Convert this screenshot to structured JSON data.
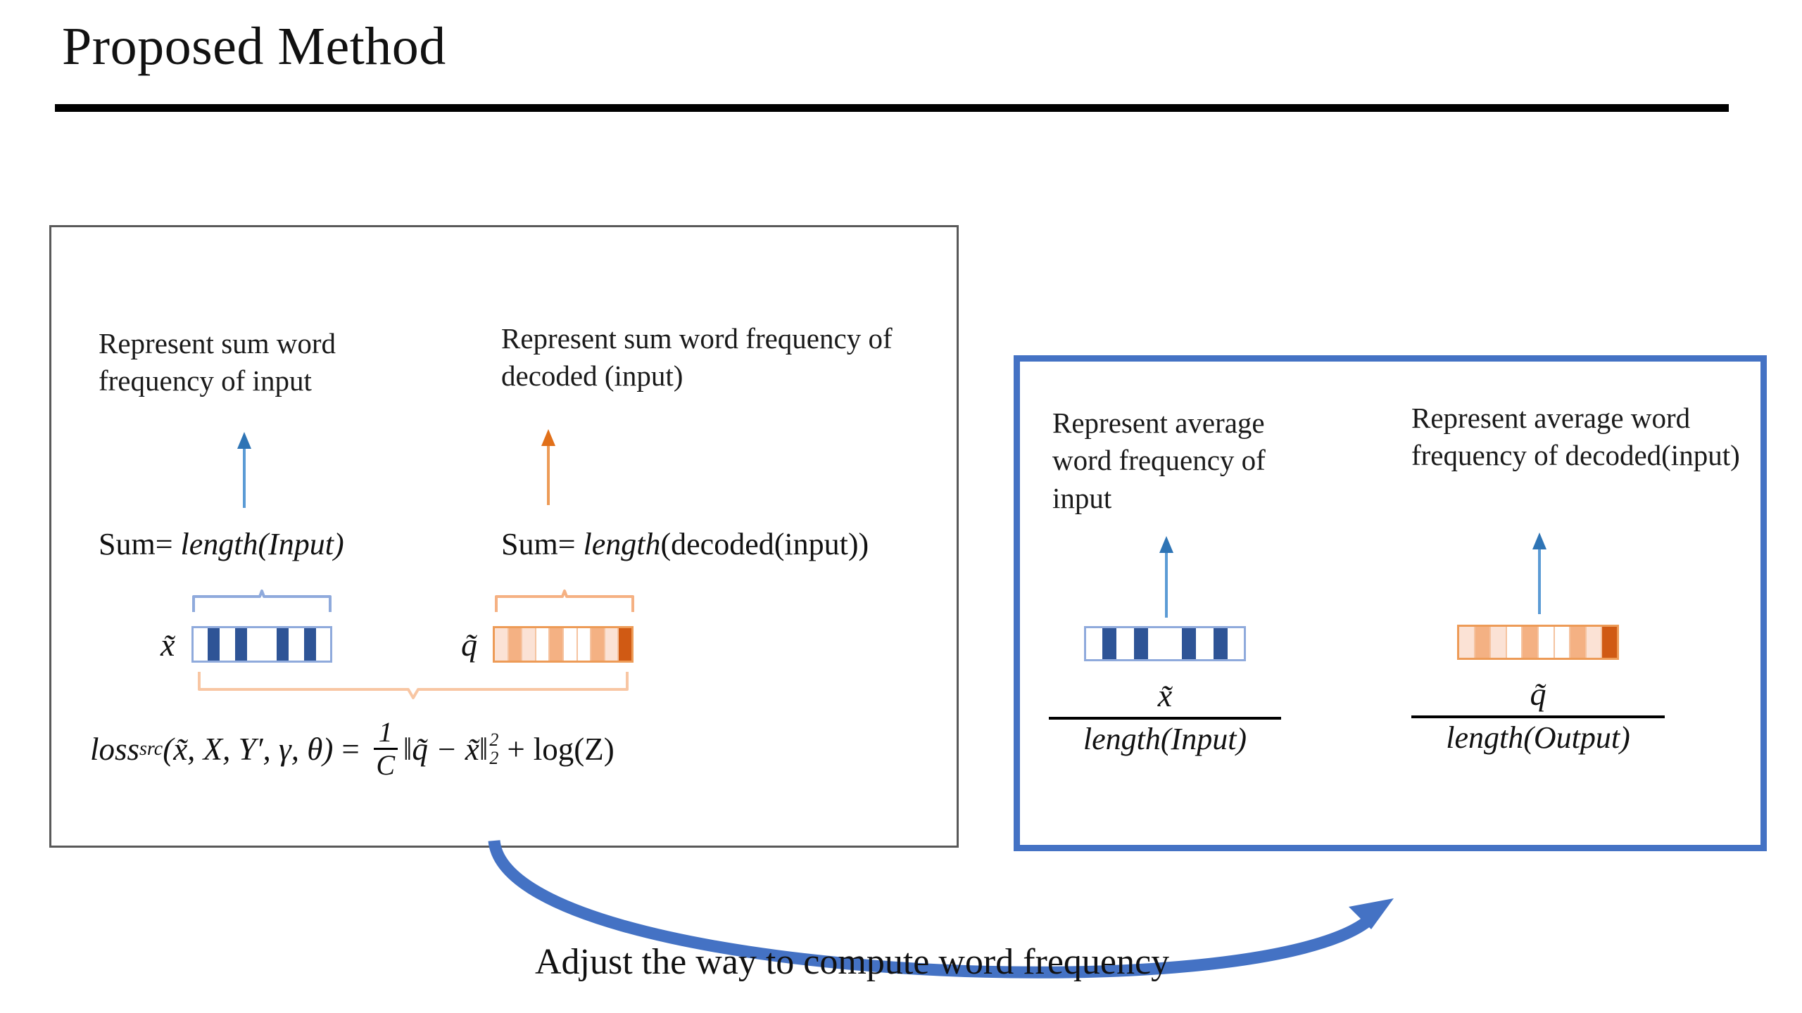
{
  "slide": {
    "title": "Proposed Method"
  },
  "left_panel": {
    "caption_left": "Represent sum word frequency of input",
    "caption_right": "Represent sum word frequency of decoded (input)",
    "sum_left_prefix": "Sum= ",
    "sum_left_math": "length(Input)",
    "sum_right_prefix": "Sum= ",
    "sum_right_math_italic": "length",
    "sum_right_math_rest": "(decoded(input))",
    "vector_x_symbol": "x̃",
    "vector_q_symbol": "q̃",
    "loss": {
      "name": "loss",
      "subscript": "src",
      "args": "(x̃, X, Y′, γ, θ)",
      "equals": "=",
      "frac_num": "1",
      "frac_den": "C",
      "norm": "‖q̃ − x̃‖",
      "norm_sup": "2",
      "norm_sub": "2",
      "plus": "+",
      "log_term": "log(Z)"
    }
  },
  "right_panel": {
    "caption_left": "Represent average word frequency of input",
    "caption_right": "Represent average word frequency of decoded(input)",
    "fraction_left": {
      "numerator": "x̃",
      "denominator": "length(Input)"
    },
    "fraction_right": {
      "numerator": "q̃",
      "denominator": "length(Output)"
    }
  },
  "bottom": {
    "adjust_caption": "Adjust the way to compute word frequency"
  },
  "colors": {
    "blue_accent": "#4472C4",
    "blue_vector_fill": "#2E5496",
    "blue_vector_border": "#8FAADC",
    "orange_accent": "#ED7D31",
    "orange_vector_border": "#ED9B57",
    "panel_border_gray": "#595959",
    "title_rule": "#000000"
  },
  "vectors": {
    "x_left_cells": [
      "#ffffff",
      "#2E5496",
      "#ffffff",
      "#2E5496",
      "#ffffff",
      "#ffffff",
      "#2E5496",
      "#ffffff",
      "#2E5496",
      "#ffffff"
    ],
    "q_left_cells": [
      "#FBE2D5",
      "#F4B183",
      "#FBE2D5",
      "#ffffff",
      "#F4B183",
      "#ffffff",
      "#ffffff",
      "#F4B183",
      "#FBE2D5",
      "#D05A14"
    ],
    "x_right_cells": [
      "#ffffff",
      "#2E5496",
      "#ffffff",
      "#2E5496",
      "#ffffff",
      "#ffffff",
      "#2E5496",
      "#ffffff",
      "#2E5496",
      "#ffffff"
    ],
    "q_right_cells": [
      "#FBE2D5",
      "#F4B183",
      "#FBE2D5",
      "#ffffff",
      "#F4B183",
      "#ffffff",
      "#ffffff",
      "#F4B183",
      "#FBE2D5",
      "#D05A14"
    ]
  }
}
